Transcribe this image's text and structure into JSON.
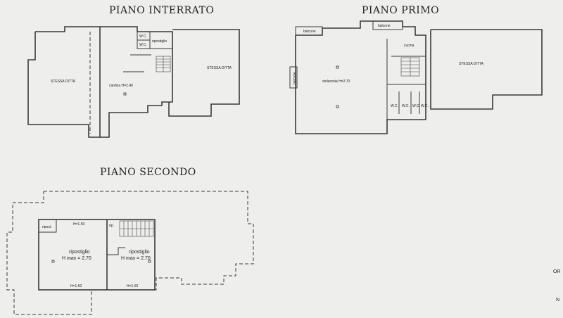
{
  "plans": {
    "interrato": {
      "title": "PIANO  INTERRATO",
      "rooms": {
        "left": "STESSA DITTA",
        "right": "STESSA DITTA",
        "cantina": "cantina H=2.40",
        "wc1": "W.C.",
        "wc2": "W.C.",
        "ripostiglio": "ripostiglio"
      }
    },
    "primo": {
      "title": "PIANO  PRIMO",
      "rooms": {
        "balcone_left": "balcone",
        "balcone_right": "balcone",
        "cucina": "cucina",
        "soggiorno": "stolaronia H=2.70",
        "wc1": "W.C.",
        "wc2": "W.C.",
        "wc3": "W.C.",
        "wc4": "W.C.",
        "right": "STESSA DITTA",
        "side": "balcone"
      }
    },
    "secondo": {
      "title": "PIANO  SECONDO",
      "rooms": {
        "ripost_small": "ripost.",
        "h_top": "H=1.50",
        "rip_small2": "rip.",
        "ripostiglio1_name": "ripostiglio",
        "ripostiglio1_h": "H max = 2.70",
        "ripostiglio2_name": "ripostiglio",
        "ripostiglio2_h": "H max = 2.70",
        "h_bottom1": "H=1.50",
        "h_bottom2": "H=1.50"
      }
    }
  },
  "margin_fragments": {
    "right1": "OR",
    "right2": "N"
  }
}
